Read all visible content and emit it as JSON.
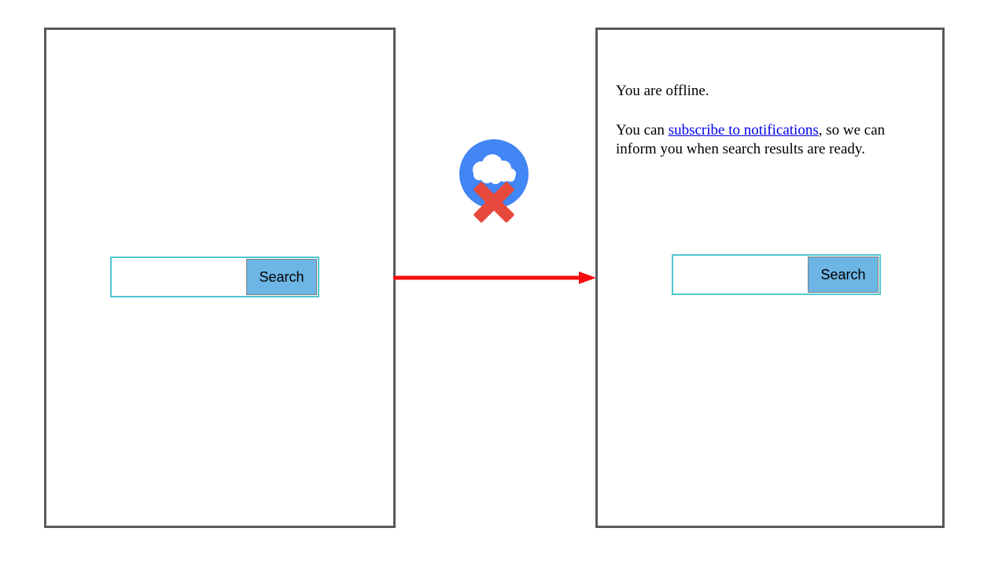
{
  "diagram": {
    "left_panel": {
      "search": {
        "input_value": "",
        "button_label": "Search"
      }
    },
    "right_panel": {
      "offline_message": "You are offline.",
      "notify_before": "You can ",
      "notify_link": "subscribe to notifications",
      "notify_after": ", so we can inform you when search results are ready.",
      "search": {
        "input_value": "",
        "button_label": "Search"
      }
    },
    "icons": {
      "offline": "cloud-offline-icon",
      "arrow": "arrow-right-icon"
    },
    "colors": {
      "panel_border": "#58595b",
      "search_border": "#4ec7d2",
      "button_bg": "#6cb5e4",
      "button_border": "#7f7f7f",
      "icon_circle_blue": "#4285f4",
      "icon_cross_red": "#e74a3c",
      "arrow_red": "#f70d0d",
      "link_blue": "#0000ee",
      "text_black": "#000000"
    }
  }
}
